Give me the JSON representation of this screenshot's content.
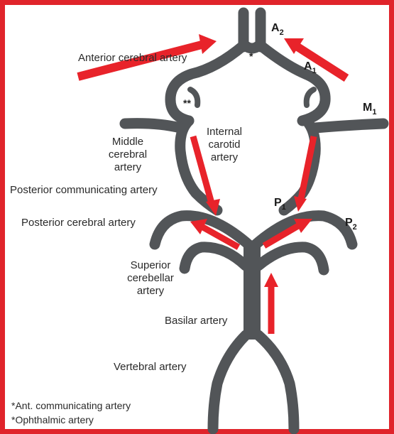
{
  "colors": {
    "frame": "#e0242b",
    "artery": "#525558",
    "arrow": "#e8232a",
    "text": "#2a2a2a"
  },
  "labels": {
    "anterior_cerebral": "Anterior cerebral artery",
    "middle_cerebral": [
      "Middle",
      "cerebral",
      "artery"
    ],
    "internal_carotid": [
      "Internal",
      "carotid",
      "artery"
    ],
    "posterior_communicating": "Posterior communicating artery",
    "posterior_cerebral": "Posterior cerebral artery",
    "superior_cerebellar": [
      "Superior",
      "cerebellar",
      "artery"
    ],
    "basilar": "Basilar artery",
    "vertebral": "Vertebral artery"
  },
  "segments": {
    "a2": {
      "main": "A",
      "sub": "2"
    },
    "a1": {
      "main": "A",
      "sub": "1"
    },
    "m1": {
      "main": "M",
      "sub": "1"
    },
    "p1": {
      "main": "P",
      "sub": "1"
    },
    "p2": {
      "main": "P",
      "sub": "2"
    }
  },
  "markers": {
    "single": "*",
    "double": "**"
  },
  "footnotes": [
    "*Ant. communicating artery",
    "*Ophthalmic artery"
  ]
}
